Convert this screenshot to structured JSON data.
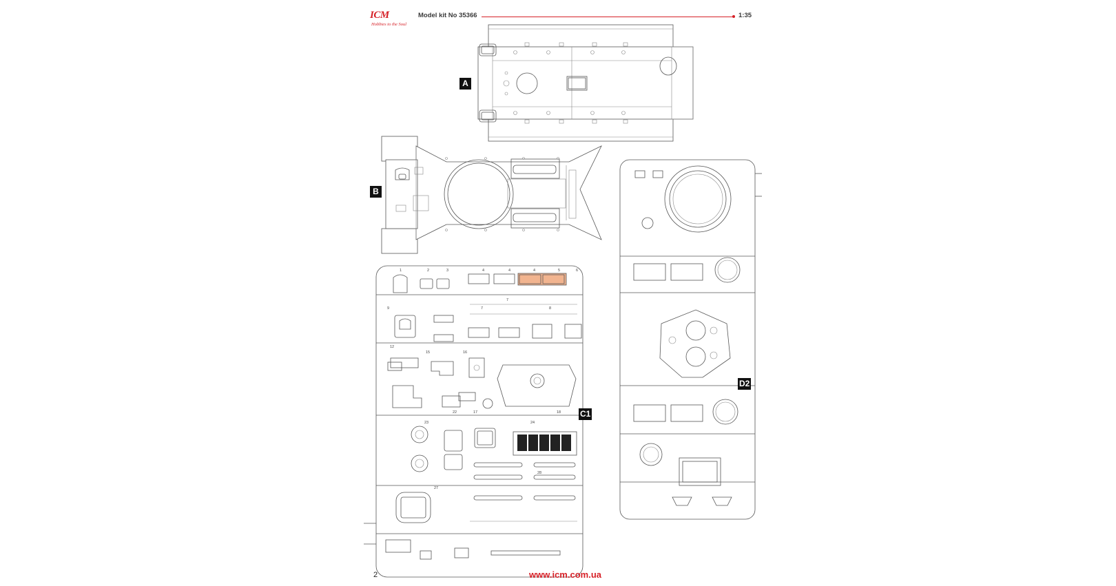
{
  "header": {
    "logo_text": "ICM",
    "logo_tagline": "Hobbies to the Soul",
    "kit_title": "Model kit No 35366",
    "scale": "1:35",
    "accent_color": "#d62027"
  },
  "sprues": [
    {
      "id": "A",
      "label": "A"
    },
    {
      "id": "B",
      "label": "B"
    },
    {
      "id": "C1",
      "label": "C1"
    },
    {
      "id": "D2",
      "label": "D2"
    }
  ],
  "highlight_color": "#f2b48f",
  "footer": {
    "page_number": "2",
    "website": "www.icm.com.ua"
  }
}
